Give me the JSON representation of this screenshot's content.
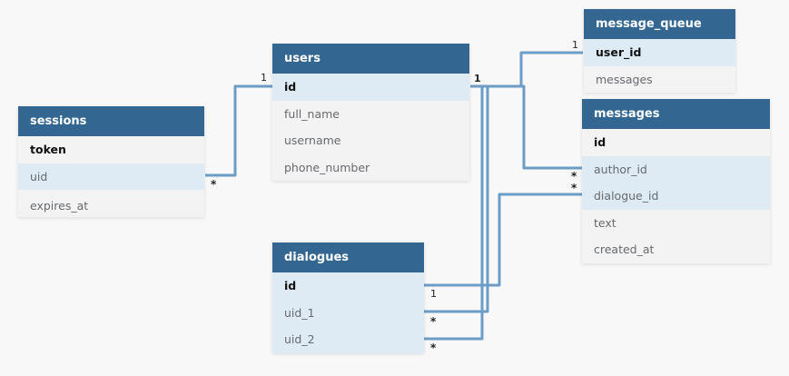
{
  "tables": {
    "sessions": {
      "name": "sessions",
      "columns": [
        {
          "name": "token",
          "primary": true,
          "highlighted": false
        },
        {
          "name": "uid",
          "primary": false,
          "highlighted": true
        },
        {
          "name": "expires_at",
          "primary": false,
          "highlighted": false
        }
      ]
    },
    "users": {
      "name": "users",
      "columns": [
        {
          "name": "id",
          "primary": true,
          "highlighted": true
        },
        {
          "name": "full_name",
          "primary": false,
          "highlighted": false
        },
        {
          "name": "username",
          "primary": false,
          "highlighted": false
        },
        {
          "name": "phone_number",
          "primary": false,
          "highlighted": false
        }
      ]
    },
    "message_queue": {
      "name": "message_queue",
      "columns": [
        {
          "name": "user_id",
          "primary": true,
          "highlighted": true
        },
        {
          "name": "messages",
          "primary": false,
          "highlighted": false
        }
      ]
    },
    "messages": {
      "name": "messages",
      "columns": [
        {
          "name": "id",
          "primary": true,
          "highlighted": false
        },
        {
          "name": "author_id",
          "primary": false,
          "highlighted": true
        },
        {
          "name": "dialogue_id",
          "primary": false,
          "highlighted": true
        },
        {
          "name": "text",
          "primary": false,
          "highlighted": false
        },
        {
          "name": "created_at",
          "primary": false,
          "highlighted": false
        }
      ]
    },
    "dialogues": {
      "name": "dialogues",
      "columns": [
        {
          "name": "id",
          "primary": true,
          "highlighted": true
        },
        {
          "name": "uid_1",
          "primary": false,
          "highlighted": true
        },
        {
          "name": "uid_2",
          "primary": false,
          "highlighted": true
        }
      ]
    }
  },
  "relations": [
    {
      "from": "sessions.uid",
      "to": "users.id",
      "from_card": "*",
      "to_card": "1"
    },
    {
      "from": "message_queue.user_id",
      "to": "users.id",
      "from_card": "1",
      "to_card": "1"
    },
    {
      "from": "messages.author_id",
      "to": "users.id",
      "from_card": "*",
      "to_card": "1"
    },
    {
      "from": "messages.dialogue_id",
      "to": "dialogues.id",
      "from_card": "*",
      "to_card": "1"
    },
    {
      "from": "dialogues.uid_1",
      "to": "users.id",
      "from_card": "*",
      "to_card": "1"
    },
    {
      "from": "dialogues.uid_2",
      "to": "users.id",
      "from_card": "*",
      "to_card": "1"
    }
  ],
  "colors": {
    "header": "#336791",
    "connector": "#6b9dc6",
    "highlight_row": "#deebf4",
    "row": "#f3f3f4",
    "background": "#f8f8f9"
  }
}
